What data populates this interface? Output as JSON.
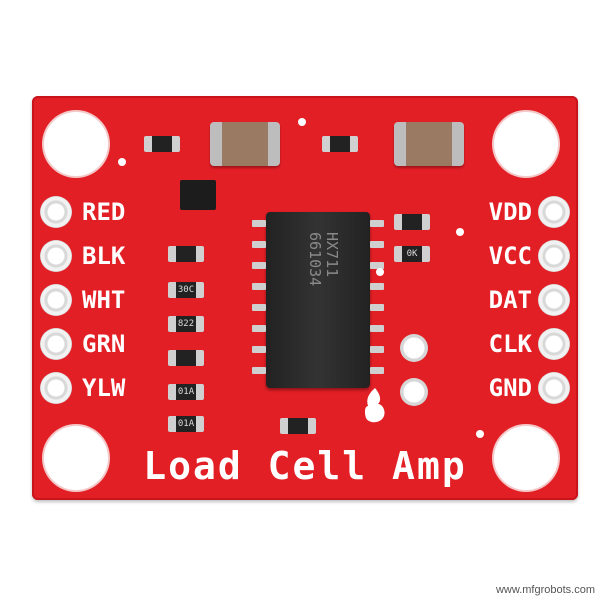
{
  "board": {
    "title": "Load Cell Amp",
    "left_labels": [
      "RED",
      "BLK",
      "WHT",
      "GRN",
      "YLW"
    ],
    "right_labels": [
      "VDD",
      "VCC",
      "DAT",
      "CLK",
      "GND"
    ],
    "chip_lines": [
      "HX711",
      "661034"
    ],
    "resistor_codes": [
      "30C",
      "822",
      "01A",
      "01A",
      "0K"
    ],
    "colors": {
      "pcb": "#e31f26",
      "silkscreen": "#ffffff",
      "chip": "#222222"
    }
  },
  "watermark": "www.mfgrobots.com"
}
